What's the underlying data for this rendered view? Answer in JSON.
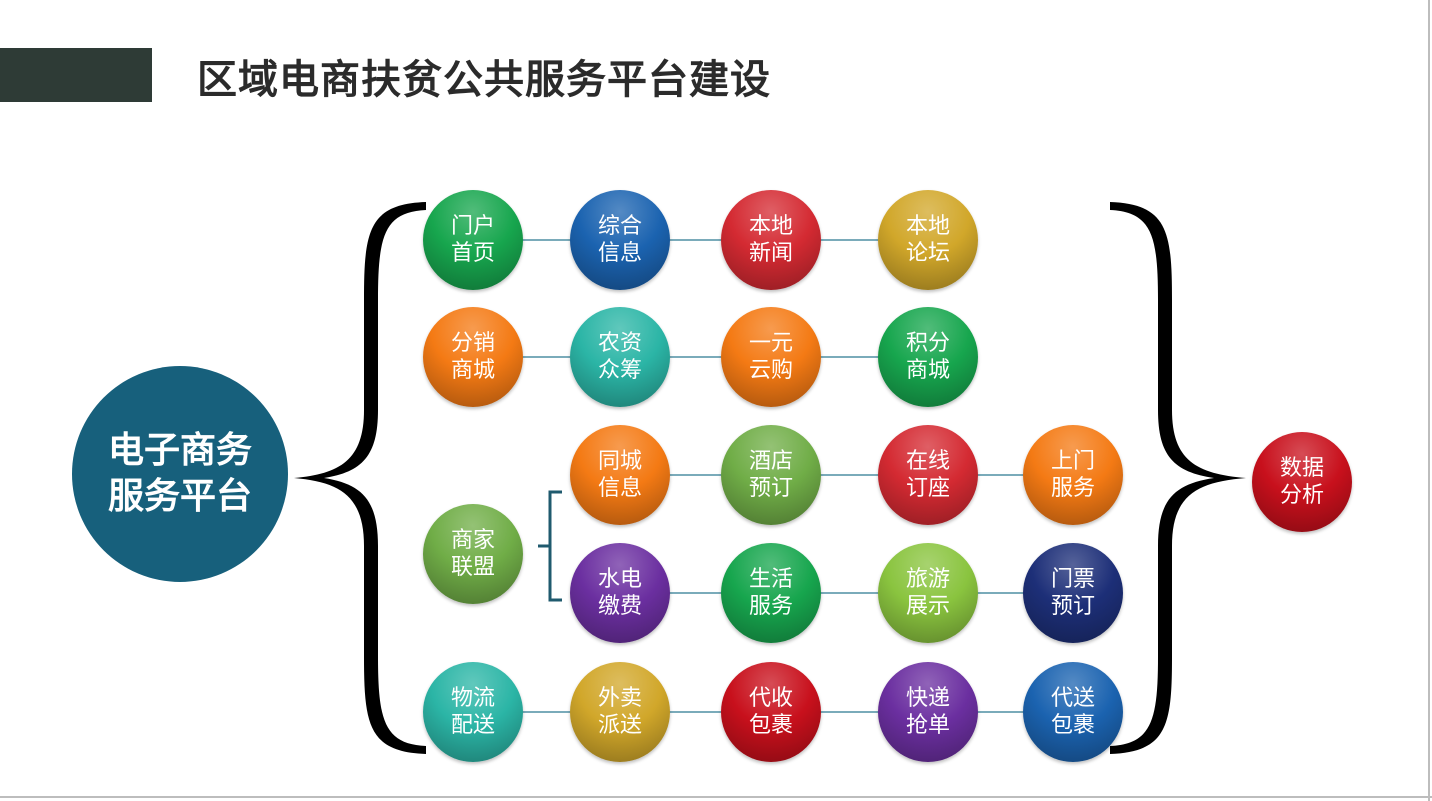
{
  "title": "区域电商扶贫公共服务平台建设",
  "hub": {
    "line1": "电子商务",
    "line2": "服务平台"
  },
  "analysis": {
    "line1": "数据",
    "line2": "分析"
  },
  "colors": {
    "green": "#17a64e",
    "blue": "#1b63b0",
    "red": "#d42a32",
    "gold": "#d1a72a",
    "orange": "#f47a14",
    "teal": "#2bb5a6",
    "olive": "#70ad47",
    "purple": "#6b2fa0",
    "lime": "#8ac43f",
    "navy": "#1d2f78",
    "crimson": "#c8101c",
    "hub": "#17607c"
  },
  "rows": [
    {
      "id": "portal",
      "nodes": [
        {
          "line1": "门户",
          "line2": "首页",
          "color": "green"
        },
        {
          "line1": "综合",
          "line2": "信息",
          "color": "blue"
        },
        {
          "line1": "本地",
          "line2": "新闻",
          "color": "red"
        },
        {
          "line1": "本地",
          "line2": "论坛",
          "color": "gold"
        }
      ]
    },
    {
      "id": "mall",
      "nodes": [
        {
          "line1": "分销",
          "line2": "商城",
          "color": "orange"
        },
        {
          "line1": "农资",
          "line2": "众筹",
          "color": "teal"
        },
        {
          "line1": "一元",
          "line2": "云购",
          "color": "orange"
        },
        {
          "line1": "积分",
          "line2": "商城",
          "color": "green"
        }
      ]
    },
    {
      "id": "alliance-top",
      "nodes": [
        {
          "line1": "同城",
          "line2": "信息",
          "color": "orange"
        },
        {
          "line1": "酒店",
          "line2": "预订",
          "color": "olive"
        },
        {
          "line1": "在线",
          "line2": "订座",
          "color": "red"
        },
        {
          "line1": "上门",
          "line2": "服务",
          "color": "orange"
        }
      ]
    },
    {
      "id": "alliance-bottom",
      "nodes": [
        {
          "line1": "水电",
          "line2": "缴费",
          "color": "purple"
        },
        {
          "line1": "生活",
          "line2": "服务",
          "color": "green"
        },
        {
          "line1": "旅游",
          "line2": "展示",
          "color": "lime"
        },
        {
          "line1": "门票",
          "line2": "预订",
          "color": "navy"
        }
      ]
    },
    {
      "id": "logistics",
      "nodes": [
        {
          "line1": "物流",
          "line2": "配送",
          "color": "teal"
        },
        {
          "line1": "外卖",
          "line2": "派送",
          "color": "gold"
        },
        {
          "line1": "代收",
          "line2": "包裹",
          "color": "crimson"
        },
        {
          "line1": "快递",
          "line2": "抢单",
          "color": "purple"
        },
        {
          "line1": "代送",
          "line2": "包裹",
          "color": "blue"
        }
      ]
    }
  ],
  "alliance": {
    "line1": "商家",
    "line2": "联盟",
    "color": "olive"
  }
}
